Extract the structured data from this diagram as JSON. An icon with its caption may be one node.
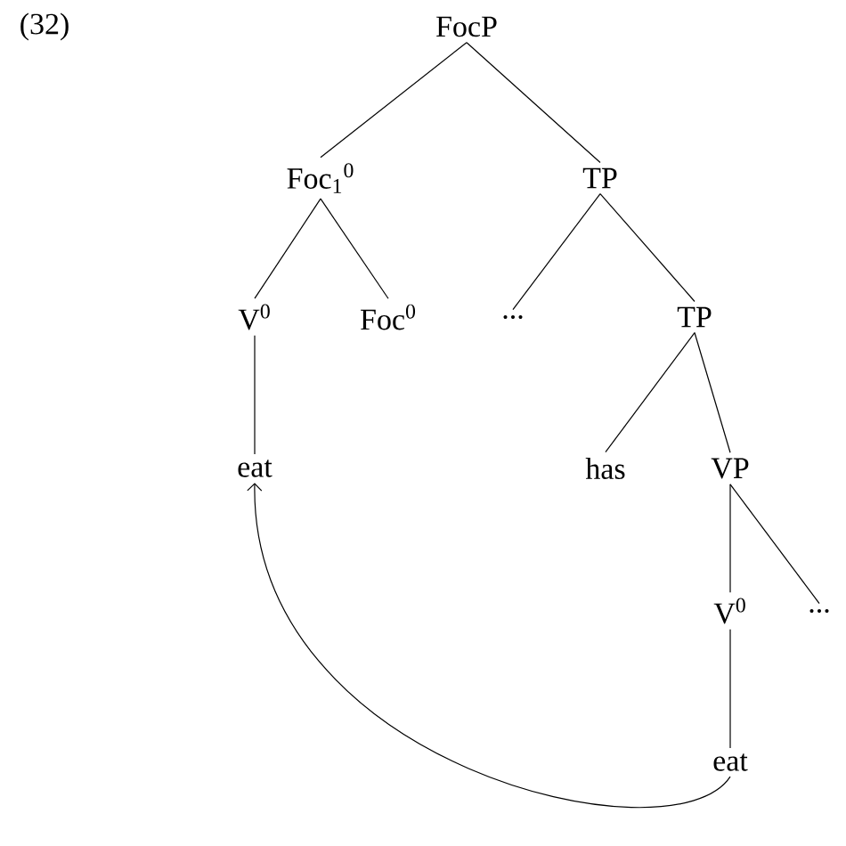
{
  "diagram": {
    "nodes": [
      {
        "text": [
          "FocP"
        ]
      },
      {
        "text": [
          "Foc$_{1}$$^{0}$"
        ]
      },
      {
        "text": [
          "TP"
        ]
      },
      {
        "text": [
          "V$^{0}$"
        ]
      },
      {
        "text": [
          "Foc$^{0}$"
        ]
      },
      {
        "text": [
          "..."
        ]
      },
      {
        "text": [
          "TP"
        ]
      },
      {
        "text": [
          "eat"
        ]
      },
      {
        "text": [
          "has"
        ]
      },
      {
        "text": [
          "VP"
        ]
      },
      {
        "text": [
          "V$^{0}$"
        ]
      },
      {
        "text": [
          "..."
        ]
      },
      {
        "text": [
          "eat"
        ]
      }
    ],
    "edges": [
      {
        "from": 0,
        "to": 1,
        "arrow": "none"
      },
      {
        "from": 0,
        "to": 2,
        "arrow": "none"
      },
      {
        "from": 1,
        "to": 3,
        "arrow": "none"
      },
      {
        "from": 1,
        "to": 4,
        "arrow": "none"
      },
      {
        "from": 2,
        "to": 5,
        "arrow": "none"
      },
      {
        "from": 2,
        "to": 6,
        "arrow": "none"
      },
      {
        "from": 3,
        "to": 7,
        "arrow": "none"
      },
      {
        "from": 6,
        "to": 8,
        "arrow": "none"
      },
      {
        "from": 6,
        "to": 9,
        "arrow": "none"
      },
      {
        "from": 9,
        "to": 10,
        "arrow": "none"
      },
      {
        "from": 9,
        "to": 11,
        "arrow": "none"
      },
      {
        "from": 10,
        "to": 12,
        "arrow": "none"
      },
      {
        "from": 12,
        "to": 7,
        "arrow": "to"
      }
    ],
    "labels": [
      "(32)"
    ]
  }
}
